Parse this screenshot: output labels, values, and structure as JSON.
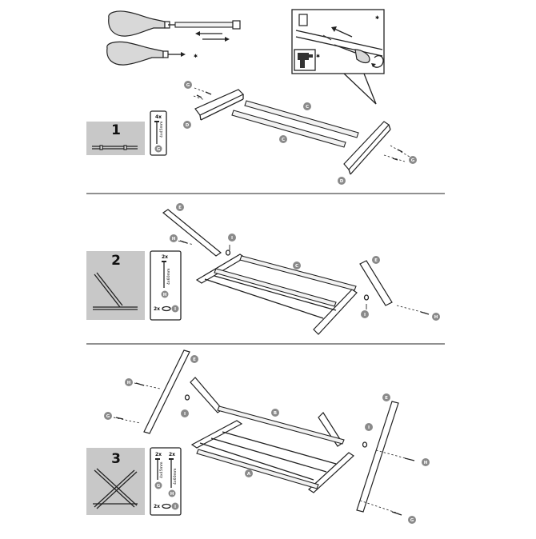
{
  "steps": [
    {
      "number": "1"
    },
    {
      "number": "2"
    },
    {
      "number": "3"
    }
  ],
  "parts": {
    "A": "A",
    "B": "B",
    "C": "C",
    "D": "D",
    "E": "E",
    "G": "G",
    "H": "H",
    "I": "I"
  },
  "hardware": {
    "step1_qty": "4x",
    "step1_screw_size": "4x45mm",
    "step2_qty": "2x",
    "step2_screw_size": "4x60mm",
    "step2_washer_qty": "2x",
    "step3_qty_g": "2x",
    "step3_qty_h": "2x",
    "step3_size_g": "4x45mm",
    "step3_size_h": "4x60mm",
    "step3_washer_qty": "2x"
  },
  "symbols": {
    "warning_star": "✱"
  },
  "icons": {
    "screwdriver": "screwdriver-icon",
    "drill": "power-drill-icon",
    "rotate": "rotate-arrow-icon"
  }
}
